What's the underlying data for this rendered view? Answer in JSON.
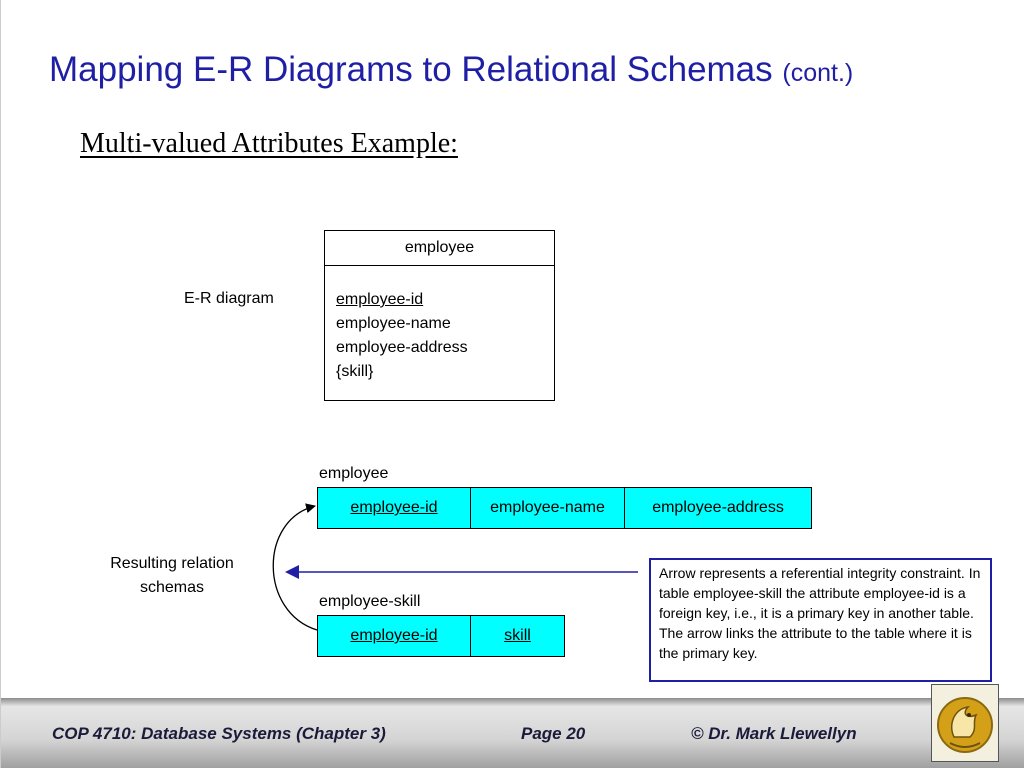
{
  "slide": {
    "title": "Mapping E-R Diagrams to Relational Schemas",
    "title_suffix": "(cont.)",
    "subtitle": "Multi-valued Attributes Example:"
  },
  "er_diagram": {
    "label": "E-R diagram",
    "entity_name": "employee",
    "attributes": [
      {
        "text": "employee-id",
        "primary_key": true
      },
      {
        "text": "employee-name",
        "primary_key": false
      },
      {
        "text": "employee-address",
        "primary_key": false
      },
      {
        "text": "{skill}",
        "primary_key": false
      }
    ]
  },
  "relations": {
    "label_line1": "Resulting relation",
    "label_line2": "schemas",
    "employee": {
      "name": "employee",
      "columns": [
        {
          "text": "employee-id",
          "primary_key": true
        },
        {
          "text": "employee-name",
          "primary_key": false
        },
        {
          "text": "employee-address",
          "primary_key": false
        }
      ]
    },
    "employee_skill": {
      "name": "employee-skill",
      "columns": [
        {
          "text": "employee-id",
          "primary_key": true
        },
        {
          "text": "skill",
          "primary_key": true
        }
      ]
    }
  },
  "note": {
    "text": "Arrow represents a referential integrity constraint.  In table employee-skill the attribute employee-id is a foreign key, i.e., it is a primary key in another table.  The arrow links the attribute to the table where it is the primary key."
  },
  "footer": {
    "course": "COP 4710: Database Systems  (Chapter 3)",
    "page": "Page 20",
    "author": "© Dr. Mark Llewellyn"
  },
  "colors": {
    "title": "#1f1fa6",
    "table_fill": "#00ffff",
    "arrow": "#1f1fa6"
  },
  "icons": {
    "logo": "pegasus-logo-icon"
  }
}
